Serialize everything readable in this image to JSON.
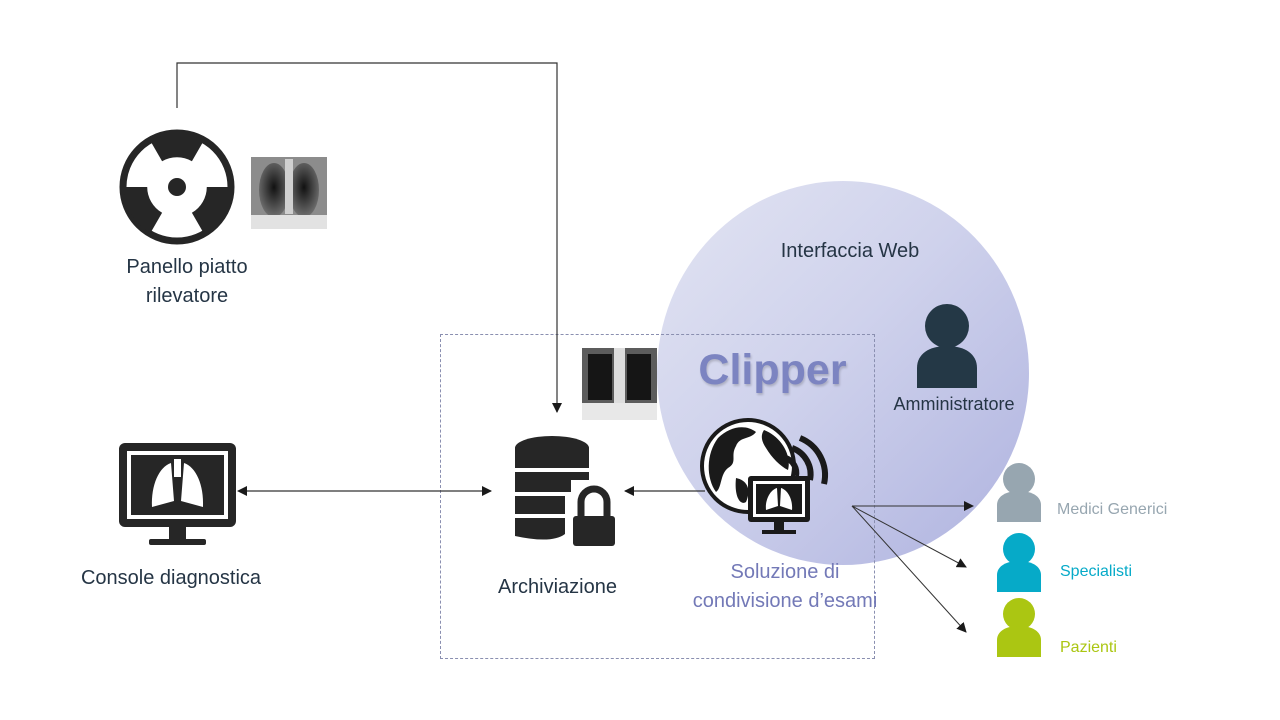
{
  "nodes": {
    "detector": {
      "label_line1": "Panello piatto",
      "label_line2": "rilevatore",
      "icon": "radiation-icon"
    },
    "console": {
      "label": "Console diagnostica",
      "icon": "monitor-lungs-icon"
    },
    "archive": {
      "label": "Archiviazione",
      "icon": "database-lock-icon"
    },
    "sharing": {
      "label_line1": "Soluzione di",
      "label_line2": "condivisione d’esami",
      "icon": "globe-monitor-wireless-icon"
    },
    "web": {
      "label": "Interfaccia Web"
    },
    "brand": {
      "label": "Clipper"
    },
    "admin": {
      "label": "Amministratore",
      "icon": "person-icon"
    }
  },
  "users": [
    {
      "label": "Medici Generici",
      "color": "#97a6b0"
    },
    {
      "label": "Specialisti",
      "color": "#06aac8"
    },
    {
      "label": "Pazienti",
      "color": "#abc612"
    }
  ],
  "colors": {
    "icon_dark": "#262626",
    "admin": "#243846",
    "brand": "#7c84c1",
    "sharing_text": "#7379b7",
    "text": "#253545"
  },
  "images": {
    "xray_1": "chest-xray-image",
    "xray_2": "chest-xray-image"
  }
}
